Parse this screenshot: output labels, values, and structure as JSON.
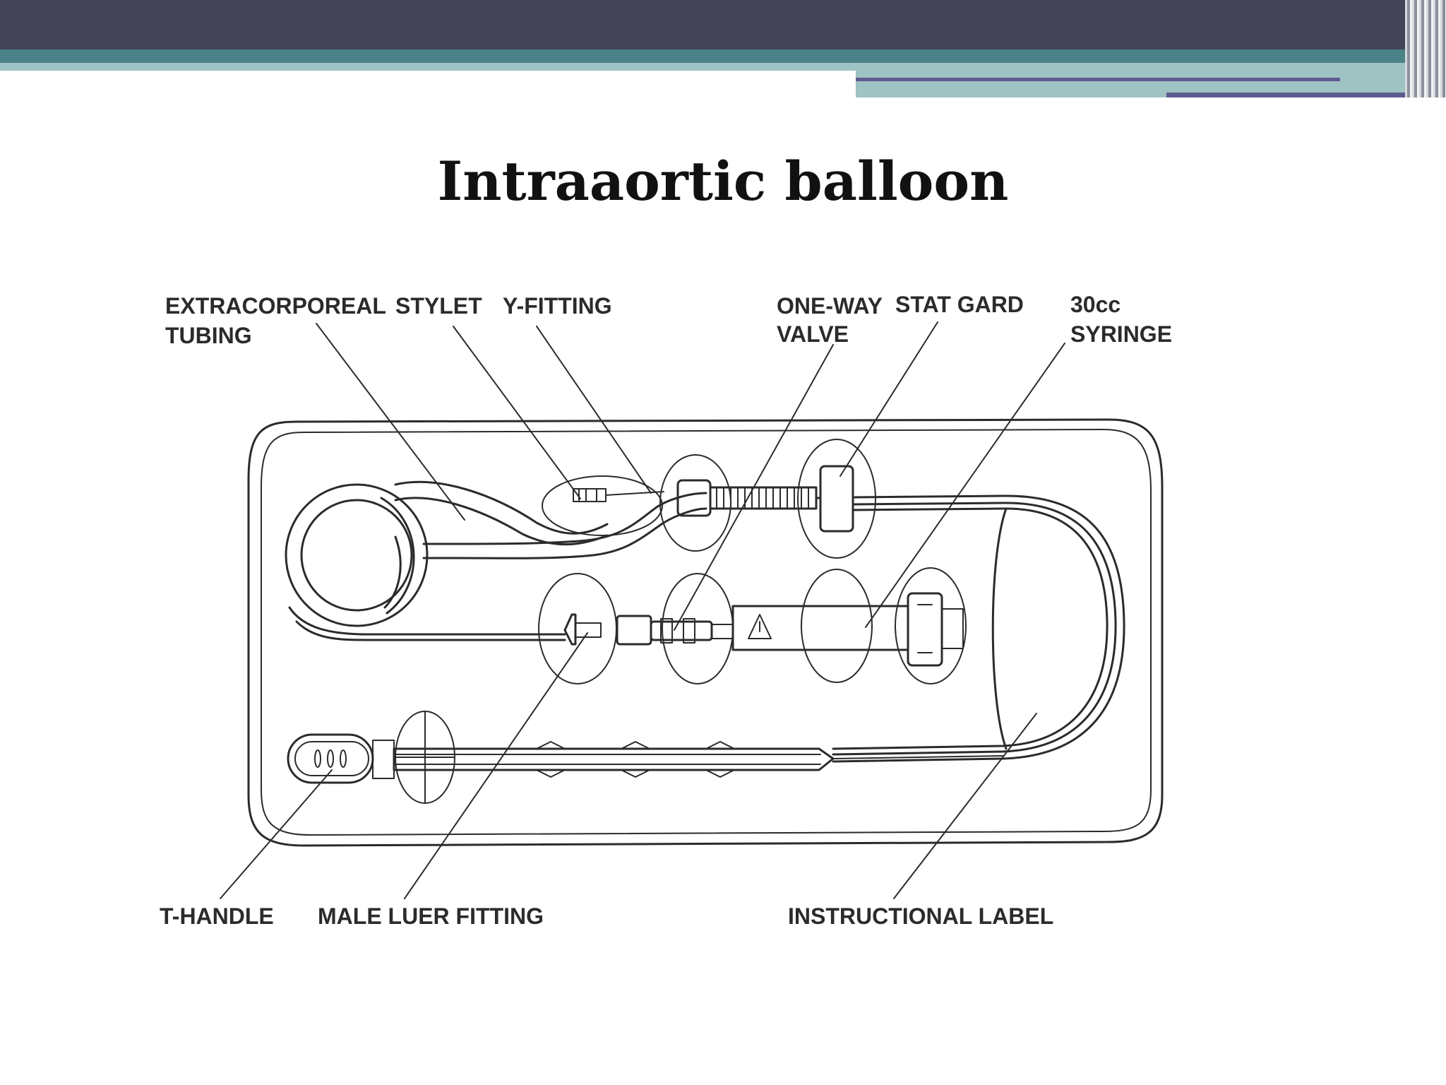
{
  "slide": {
    "title": "Intraaortic balloon"
  },
  "diagram": {
    "labels": {
      "extracorporeal_tubing": [
        "EXTRACORPOREAL",
        "TUBING"
      ],
      "stylet": "STYLET",
      "y_fitting": "Y-FITTING",
      "one_way_valve": [
        "ONE-WAY",
        "VALVE"
      ],
      "stat_gard": "STAT GARD",
      "syringe_30cc": [
        "30cc",
        "SYRINGE"
      ],
      "t_handle": "T-HANDLE",
      "male_luer_fitting": "MALE LUER FITTING",
      "instructional_label": "INSTRUCTIONAL LABEL"
    },
    "colors": {
      "header_dark": "#444357",
      "header_teal": "#4b8287",
      "header_light": "#9fc2c3",
      "header_navy": "#5d5a90",
      "line_art": "#2b2b2b"
    }
  }
}
